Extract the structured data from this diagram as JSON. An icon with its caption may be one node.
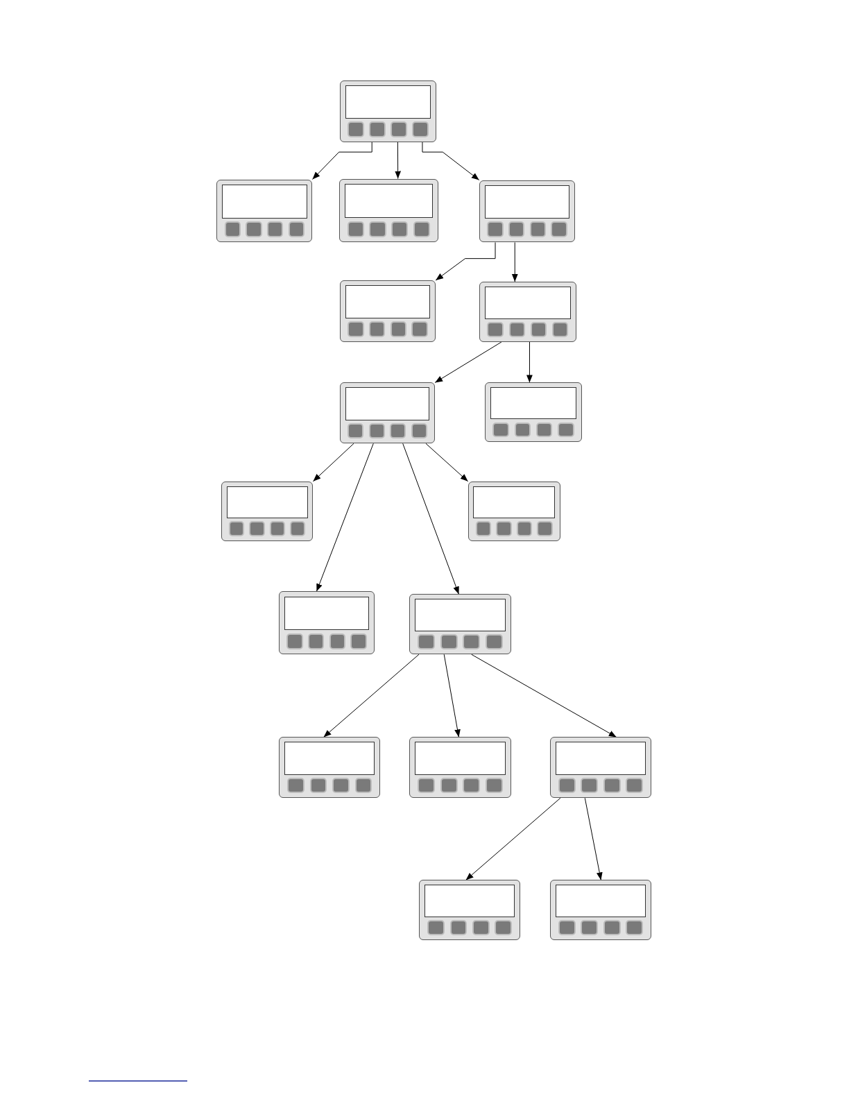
{
  "diagram": {
    "nodes": [
      {
        "text": [],
        "shape": "picture"
      },
      {
        "text": [],
        "shape": "picture"
      },
      {
        "text": [],
        "shape": "picture"
      },
      {
        "text": [],
        "shape": "picture"
      },
      {
        "text": [],
        "shape": "picture"
      },
      {
        "text": [],
        "shape": "picture"
      },
      {
        "text": [],
        "shape": "picture"
      },
      {
        "text": [],
        "shape": "picture"
      },
      {
        "text": [],
        "shape": "picture"
      },
      {
        "text": [],
        "shape": "picture"
      },
      {
        "text": [],
        "shape": "picture"
      },
      {
        "text": [],
        "shape": "picture"
      },
      {
        "text": [],
        "shape": "picture"
      },
      {
        "text": [],
        "shape": "picture"
      },
      {
        "text": [],
        "shape": "picture"
      },
      {
        "text": [],
        "shape": "picture"
      },
      {
        "text": [],
        "shape": "picture"
      }
    ],
    "edges": [
      {
        "from": 0,
        "to": 1,
        "arrow": "to"
      },
      {
        "from": 0,
        "to": 2,
        "arrow": "to"
      },
      {
        "from": 0,
        "to": 3,
        "arrow": "to"
      },
      {
        "from": 3,
        "to": 4,
        "arrow": "to"
      },
      {
        "from": 3,
        "to": 5,
        "arrow": "to"
      },
      {
        "from": 5,
        "to": 6,
        "arrow": "to"
      },
      {
        "from": 5,
        "to": 7,
        "arrow": "to"
      },
      {
        "from": 6,
        "to": 8,
        "arrow": "to"
      },
      {
        "from": 6,
        "to": 10,
        "arrow": "to"
      },
      {
        "from": 6,
        "to": 11,
        "arrow": "to"
      },
      {
        "from": 6,
        "to": 9,
        "arrow": "to"
      },
      {
        "from": 11,
        "to": 12,
        "arrow": "to"
      },
      {
        "from": 11,
        "to": 13,
        "arrow": "to"
      },
      {
        "from": 11,
        "to": 14,
        "arrow": "to"
      },
      {
        "from": 14,
        "to": 15,
        "arrow": "to"
      },
      {
        "from": 14,
        "to": 16,
        "arrow": "to"
      }
    ]
  }
}
